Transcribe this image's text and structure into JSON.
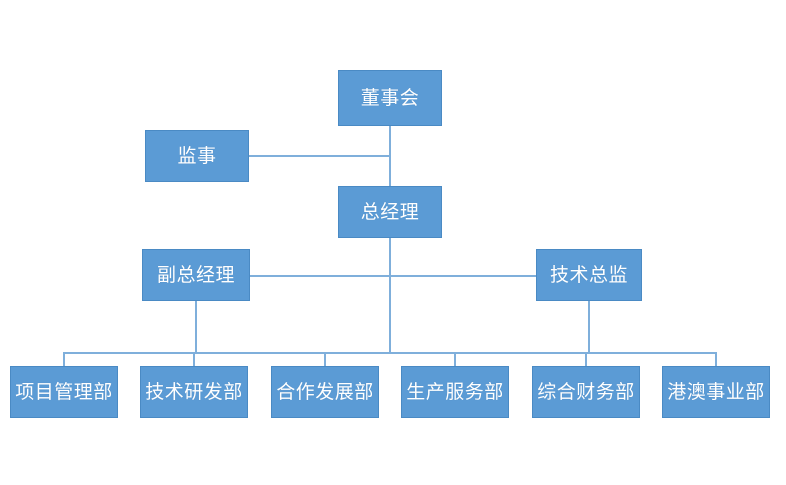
{
  "chart_data": {
    "type": "diagram",
    "diagram_type": "org-chart",
    "title": "",
    "orientation": "top-down",
    "node_fill_color": "#5B9BD5",
    "node_text_color": "#FFFFFF",
    "connector_color": "#7FAFDB",
    "background_color": "#FFFFFF",
    "levels": [
      {
        "level": 1,
        "nodes": [
          {
            "id": "board",
            "label": "董事会"
          }
        ]
      },
      {
        "level": 2,
        "nodes": [
          {
            "id": "supervisor",
            "label": "监事"
          }
        ]
      },
      {
        "level": 3,
        "nodes": [
          {
            "id": "general-manager",
            "label": "总经理"
          }
        ]
      },
      {
        "level": 4,
        "nodes": [
          {
            "id": "deputy-general-manager",
            "label": "副总经理"
          },
          {
            "id": "technical-director",
            "label": "技术总监"
          }
        ]
      },
      {
        "level": 5,
        "nodes": [
          {
            "id": "project-management-dept",
            "label": "项目管理部"
          },
          {
            "id": "technical-rd-dept",
            "label": "技术研发部"
          },
          {
            "id": "cooperation-development-dept",
            "label": "合作发展部"
          },
          {
            "id": "production-service-dept",
            "label": "生产服务部"
          },
          {
            "id": "comprehensive-finance-dept",
            "label": "综合财务部"
          },
          {
            "id": "hk-macau-business-dept",
            "label": "港澳事业部"
          }
        ]
      }
    ],
    "edges": [
      {
        "from": "board",
        "to": "supervisor"
      },
      {
        "from": "board",
        "to": "general-manager"
      },
      {
        "from": "general-manager",
        "to": "deputy-general-manager"
      },
      {
        "from": "general-manager",
        "to": "technical-director"
      },
      {
        "from": "general-manager",
        "to": "project-management-dept"
      },
      {
        "from": "general-manager",
        "to": "technical-rd-dept"
      },
      {
        "from": "general-manager",
        "to": "cooperation-development-dept"
      },
      {
        "from": "general-manager",
        "to": "production-service-dept"
      },
      {
        "from": "general-manager",
        "to": "comprehensive-finance-dept"
      },
      {
        "from": "general-manager",
        "to": "hk-macau-business-dept"
      }
    ]
  },
  "nodes": {
    "board": {
      "label": "董事会"
    },
    "supervisor": {
      "label": "监事"
    },
    "general_manager": {
      "label": "总经理"
    },
    "deputy_general_manager": {
      "label": "副总经理"
    },
    "technical_director": {
      "label": "技术总监"
    },
    "dept_1": {
      "label": "项目管理部"
    },
    "dept_2": {
      "label": "技术研发部"
    },
    "dept_3": {
      "label": "合作发展部"
    },
    "dept_4": {
      "label": "生产服务部"
    },
    "dept_5": {
      "label": "综合财务部"
    },
    "dept_6": {
      "label": "港澳事业部"
    }
  }
}
